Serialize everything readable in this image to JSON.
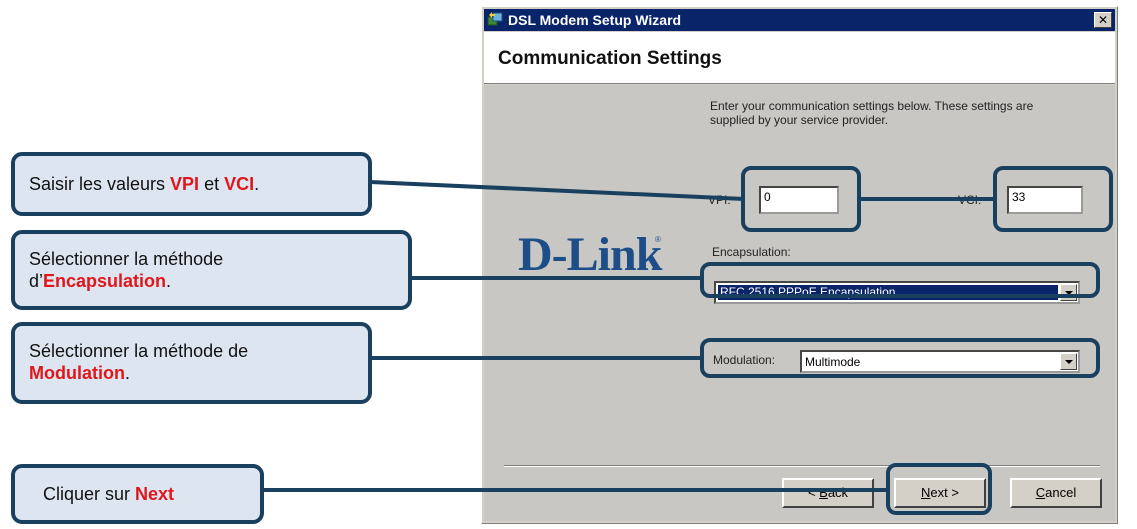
{
  "window": {
    "title": "DSL Modem Setup Wizard",
    "close_glyph": "✕",
    "header_title": "Communication Settings"
  },
  "form": {
    "instructions": "Enter your communication settings below.  These settings are supplied by your service provider.",
    "vpi_label": "VPI:",
    "vpi_value": "0",
    "vci_label": "VCI:",
    "vci_value": "33",
    "encapsulation_label": "Encapsulation:",
    "encapsulation_value": "RFC 2516 PPPoE Encapsulation",
    "modulation_label": "Modulation:",
    "modulation_value": "Multimode"
  },
  "brand": {
    "logo": "D-Link",
    "logo_mark": "®"
  },
  "buttons": {
    "back_prefix": "< ",
    "back_key": "B",
    "back_rest": "ack",
    "next_key": "N",
    "next_rest": "ext >",
    "cancel_key": "C",
    "cancel_rest": "ancel"
  },
  "callouts": {
    "c1_before": "Saisir les valeurs ",
    "c1_vpi": "VPI",
    "c1_mid": " et ",
    "c1_vci": "VCI",
    "c1_after": ".",
    "c2_line1": "Sélectionner la méthode",
    "c2_before": "d’",
    "c2_key": "Encapsulation",
    "c2_after": ".",
    "c3_line1": "Sélectionner la méthode de",
    "c3_key": "Modulation",
    "c3_after": ".",
    "c4_before": "Cliquer sur ",
    "c4_key": "Next"
  },
  "colors": {
    "callout_border": "#1a4060",
    "callout_fill": "#dde6f0",
    "highlight_text": "#e0161b",
    "selected_item": "#0a246a",
    "logo": "#1d4e88"
  },
  "icons": {
    "title_icon": "wizard-app-icon",
    "close_icon": "close-icon",
    "dropdown_icon": "chevron-down-icon"
  }
}
